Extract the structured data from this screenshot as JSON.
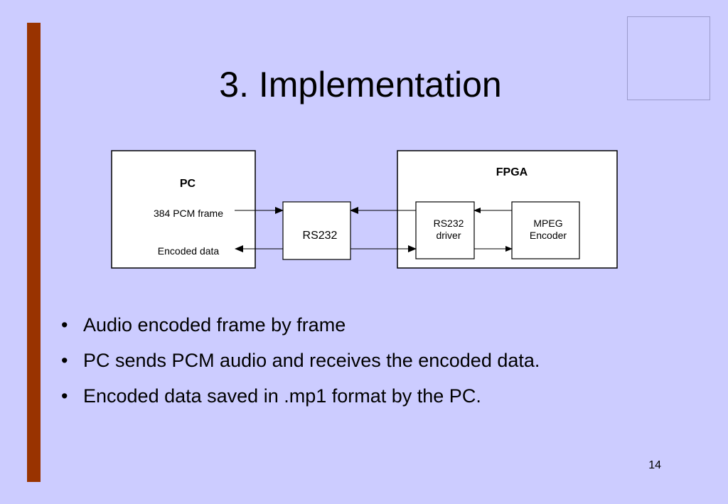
{
  "slide": {
    "title": "3. Implementation",
    "page_number": "14",
    "accent_color": "#993300",
    "background_color": "#ccccff"
  },
  "diagram": {
    "pc": {
      "label": "PC",
      "input_label": "384 PCM frame",
      "output_label": "Encoded data"
    },
    "rs232": {
      "label": "RS232"
    },
    "fpga": {
      "label": "FPGA",
      "driver": {
        "line1": "RS232",
        "line2": "driver"
      },
      "encoder": {
        "line1": "MPEG",
        "line2": "Encoder"
      }
    }
  },
  "bullets": [
    {
      "marker": "•",
      "text": "Audio encoded frame by frame"
    },
    {
      "marker": "•",
      "text": "PC sends PCM audio and receives the encoded data."
    },
    {
      "marker": "•",
      "text": "Encoded data saved in .mp1 format by the PC."
    }
  ]
}
